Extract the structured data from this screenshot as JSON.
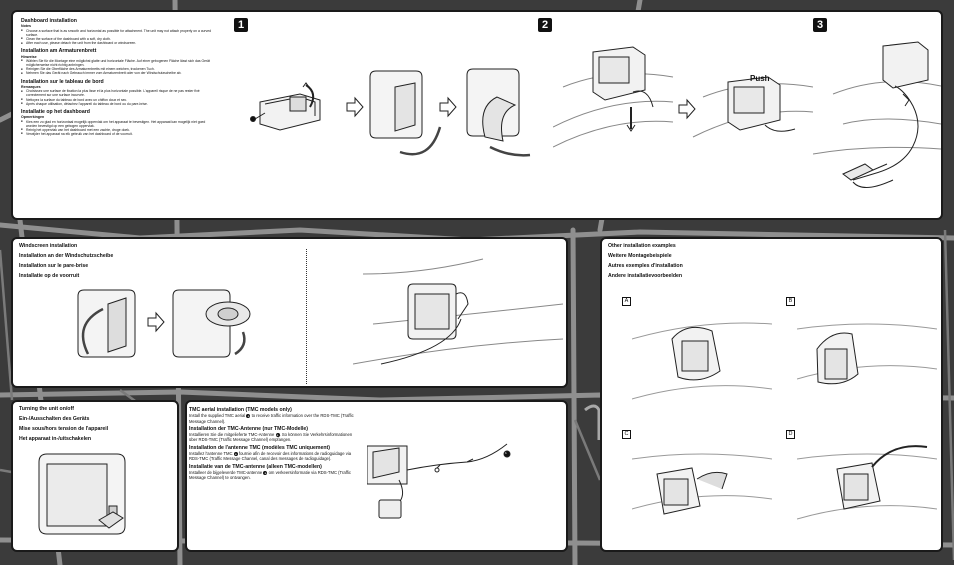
{
  "map": {
    "background_color": "#3a3a3a",
    "street_color": "#9a9a9a"
  },
  "dashboard": {
    "sections": [
      {
        "heading": "Dashboard installation",
        "sub": "Notes",
        "bullets": [
          "Choose a surface that is as smooth and horizontal as possible for attachment. The unit may not attach properly on a curved surface.",
          "Clean the surface of the dashboard with a soft, dry cloth.",
          "After each use, please detach the unit from the dashboard or windscreen."
        ]
      },
      {
        "heading": "Installation am Armaturenbrett",
        "sub": "Hinweise",
        "bullets": [
          "Wählen Sie für die Montage eine möglichst glatte und horizontale Fläche. Auf einer gebogenen Fläche lässt sich das Gerät möglicherweise nicht richtig anbringen.",
          "Reinigen Sie die Oberfläche des Armaturenbretts mit einem weichen, trockenen Tuch.",
          "Nehmen Sie das Gerät nach Gebrauch immer vom Armaturenbrett oder von der Windschutzscheibe ab."
        ]
      },
      {
        "heading": "Installation sur le tableau de bord",
        "sub": "Remarques",
        "bullets": [
          "Choisissez une surface de fixation la plus lisse et la plus horizontale possible. L'appareil risque de ne pas rester fixé correctement sur une surface incurvée.",
          "Nettoyez la surface du tableau de bord avec un chiffon doux et sec.",
          "Après chaque utilisation, détachez l'appareil du tableau de bord ou du pare-brise."
        ]
      },
      {
        "heading": "Installatie op het dashboard",
        "sub": "Opmerkingen",
        "bullets": [
          "Kies een zo glad en horizontaal mogelijk oppervlak om het apparaat te bevestigen. Het apparaat kan mogelijk niet goed worden bevestigd op een gebogen oppervlak.",
          "Reinig het oppervlak van het dashboard met een zachte, droge doek.",
          "Verwijder het apparaat na elk gebruik van het dashboard of de voorruit."
        ]
      }
    ],
    "steps": [
      "1",
      "2",
      "3"
    ],
    "push_label": "Push",
    "callout_1": "1",
    "callout_2": "2"
  },
  "windscreen": {
    "titles": [
      "Windscreen installation",
      "Installation an der Windschutzscheibe",
      "Installation sur le pare-brise",
      "Installatie op de voorruit"
    ]
  },
  "other": {
    "titles": [
      "Other installation examples",
      "Weitere Montagebeispiele",
      "Autres exemples d'installation",
      "Andere installatievoorbeelden"
    ],
    "letters": [
      "A",
      "B",
      "C",
      "D"
    ]
  },
  "power": {
    "titles": [
      "Turning the unit on/off",
      "Ein-/Ausschalten des Geräts",
      "Mise sous/hors tension de l'appareil",
      "Het apparaat in-/uitschakelen"
    ]
  },
  "tmc": {
    "sections": [
      {
        "heading": "TMC aerial installation (TMC models only)",
        "before": "Install the supplied TMC aerial",
        "after": "to receive traffic information over the RDS-TMC (Traffic Message Channel)."
      },
      {
        "heading": "Installation der TMC-Antenne (nur TMC-Modelle)",
        "before": "Installieren Sie die mitgelieferte TMC-Antenne",
        "after": ". So können Sie Verkehrsinformationen über RDS-TMC (Traffic Message Channel) empfangen."
      },
      {
        "heading": "Installation de l'antenne TMC (modèles TMC uniquement)",
        "before": "Installez l'antenne TMC",
        "after": "fournie afin de recevoir des informations de radioguidage via RDS-TMC (Traffic Message Channel, canal des messages de radioguidage)."
      },
      {
        "heading": "Installatie van de TMC-antenne (alleen TMC-modellen)",
        "before": "Installeer de bijgeleverde TMC-antenne",
        "after": "om verkeersinformatie via RDS-TMC (Traffic Message Channel) te ontvangen."
      }
    ],
    "callout_a": "a",
    "callout_b": "b"
  }
}
